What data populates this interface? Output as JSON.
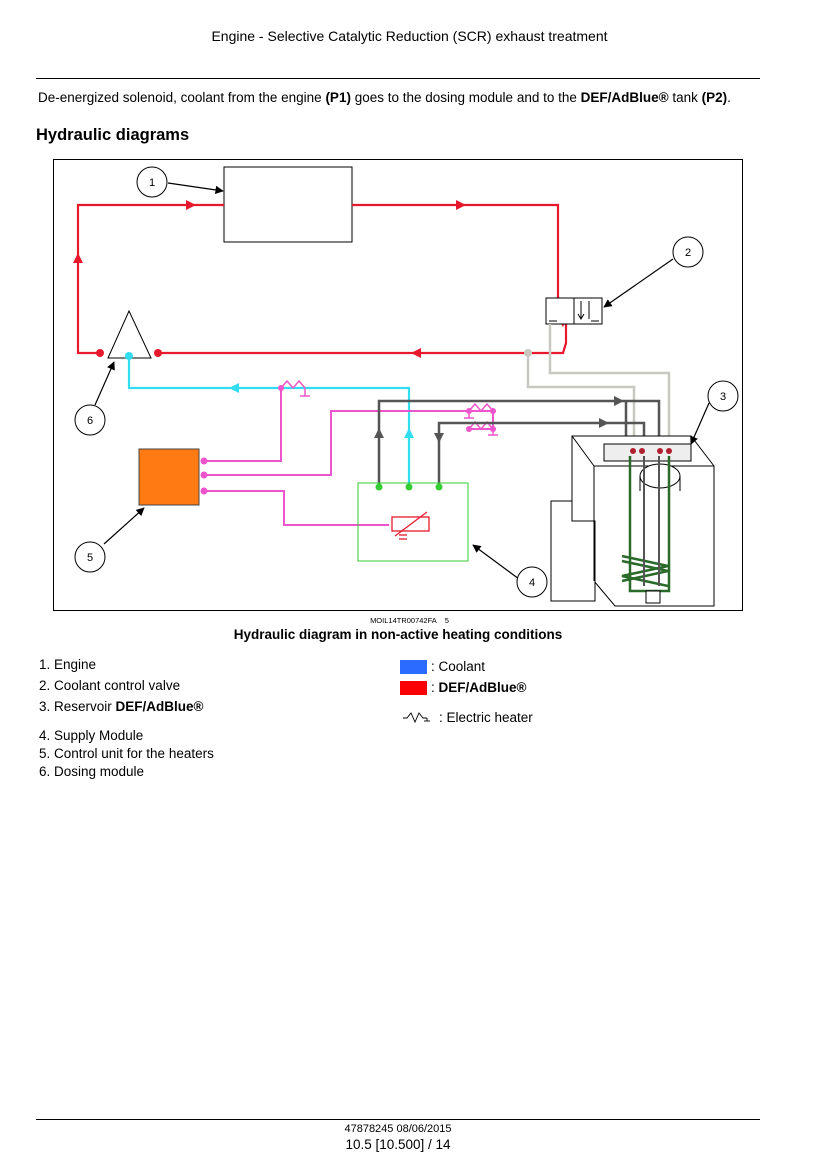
{
  "header": {
    "title": "Engine - Selective Catalytic Reduction (SCR) exhaust treatment"
  },
  "intro": {
    "part1": "De-energized solenoid, coolant from the engine ",
    "p1": "(P1)",
    "part2": " goes to the dosing module and to the ",
    "tank": "DEF/AdBlue®",
    "part3": " tank ",
    "p2": "(P2)",
    "part4": "."
  },
  "section_heading": "Hydraulic diagrams",
  "figure": {
    "callouts": [
      "1",
      "2",
      "3",
      "4",
      "5",
      "6"
    ],
    "reference_code": "MOIL14TR00742FA",
    "reference_number": "5",
    "caption": "Hydraulic diagram in non-active heating conditions"
  },
  "parts_list": {
    "group_a": [
      {
        "text": "1. Engine",
        "bold": ""
      },
      {
        "text": "2. Coolant control valve",
        "bold": ""
      },
      {
        "text": "3. Reservoir ",
        "bold": "DEF/AdBlue®"
      }
    ],
    "group_b": [
      {
        "text": "4. Supply Module"
      },
      {
        "text": "5. Control unit for the heaters"
      },
      {
        "text": "6. Dosing module"
      }
    ]
  },
  "legend": {
    "coolant": {
      "label": ": Coolant",
      "color": "#2b6bff"
    },
    "def": {
      "prefix": ": ",
      "label": "DEF/AdBlue®",
      "color": "#ff0000"
    },
    "heater": {
      "label": ": Electric heater",
      "icon": "electric-heater-icon"
    }
  },
  "colors": {
    "def_line": "#e8192c",
    "coolant_line": "#33ddf0",
    "electric_line": "#ee55cc",
    "tank_line": "#555555",
    "return_line": "#c8c8c0",
    "coil": "#2a6a2a",
    "control_unit": "#ff7a12",
    "supply_box": "#33cc33"
  },
  "footer": {
    "doc_info": "47878245 08/06/2015",
    "page": "10.5 [10.500] / 14"
  }
}
